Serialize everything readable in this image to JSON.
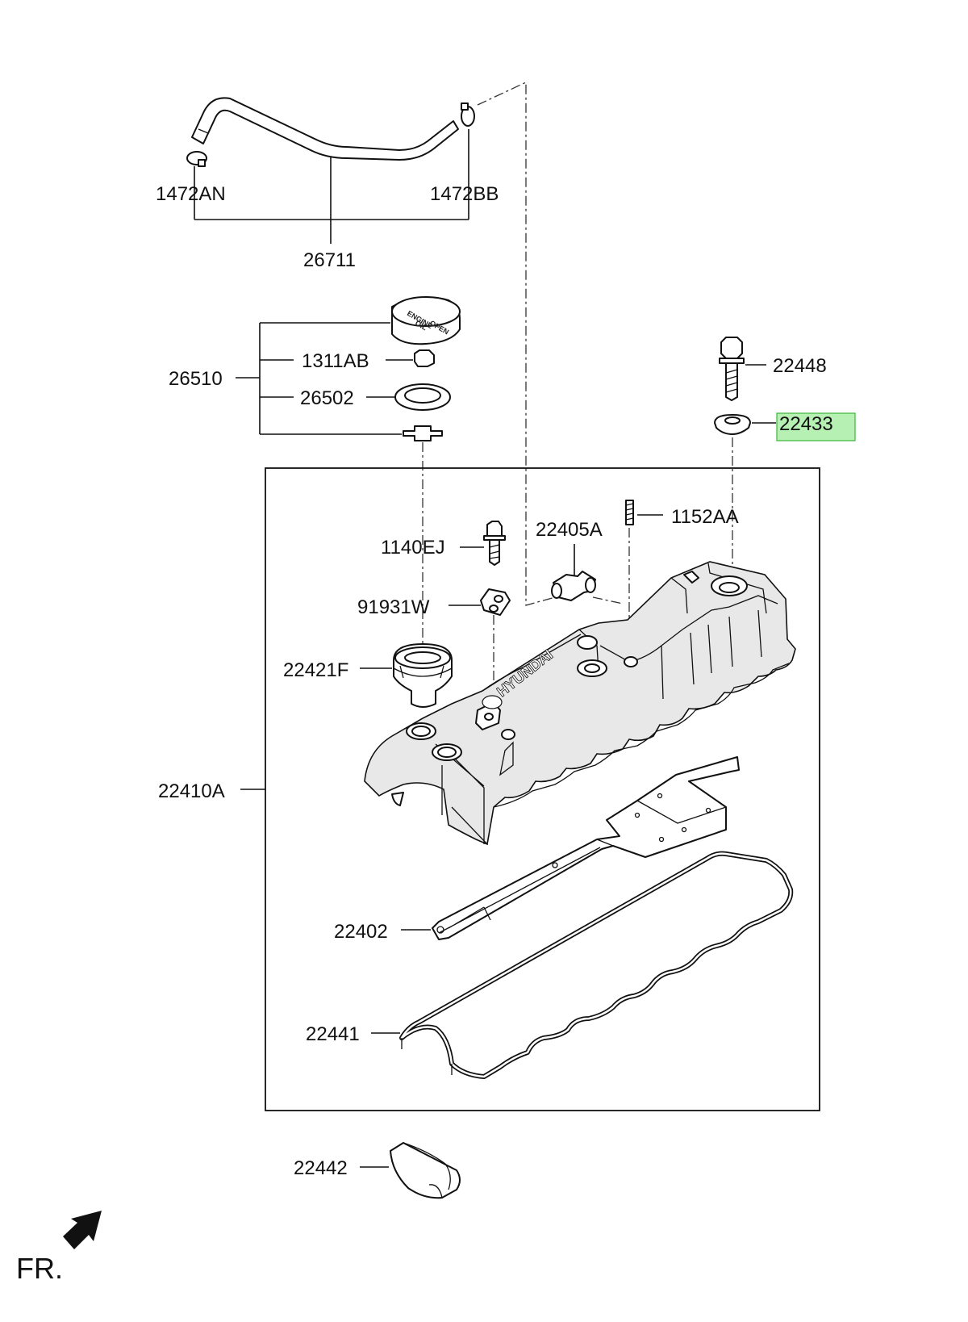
{
  "parts": {
    "p1472AN": "1472AN",
    "p1472BB": "1472BB",
    "p26711": "26711",
    "p26510": "26510",
    "p1311AB": "1311AB",
    "p26502": "26502",
    "p22448": "22448",
    "p22433": "22433",
    "p1152AA": "1152AA",
    "p22405A": "22405A",
    "p1140EJ": "1140EJ",
    "p91931W": "91931W",
    "p22421F": "22421F",
    "p22410A": "22410A",
    "p22402": "22402",
    "p22441": "22441",
    "p22442": "22442"
  },
  "highlighted_part": "22433",
  "highlight_color": "#b6f0b2",
  "highlight_border": "#3cb83c",
  "brand_text": "HYUNDAI",
  "cap_text": {
    "line1": "ENGINE",
    "line2": "OIL",
    "line3": "OPEN"
  },
  "front_marker": "FR."
}
